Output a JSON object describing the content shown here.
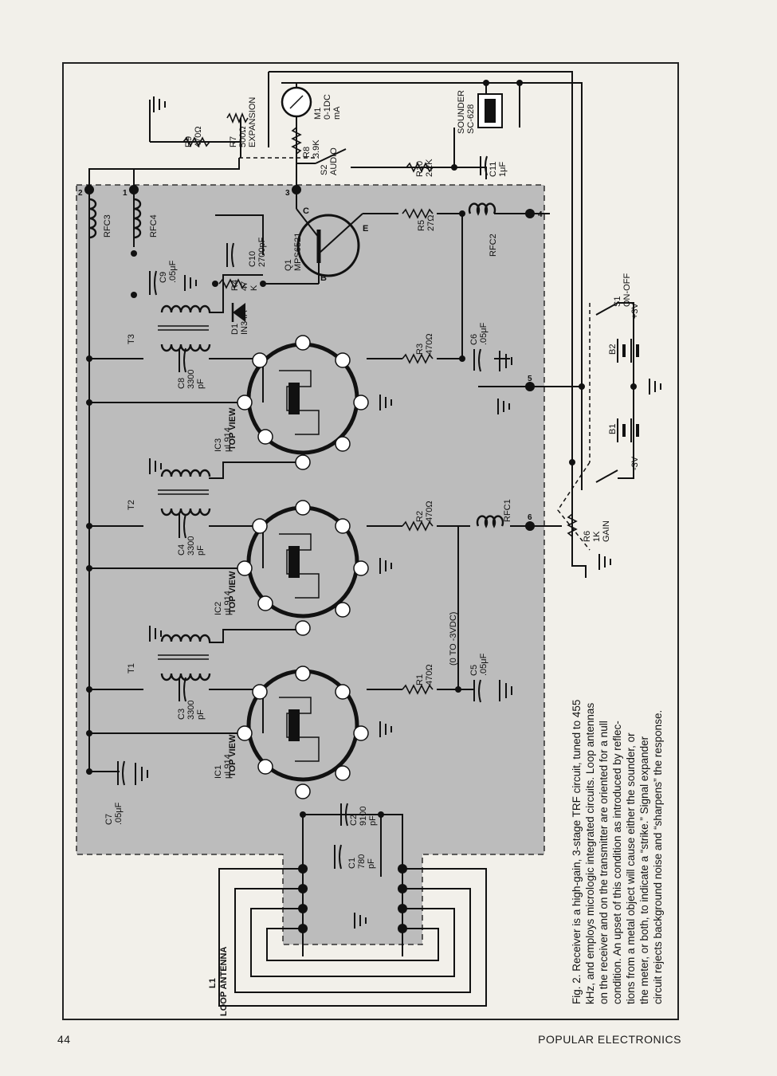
{
  "page": {
    "number": "44",
    "magazine": "POPULAR ELECTRONICS"
  },
  "caption": {
    "lines": [
      "Fig. 2. Receiver is a high-gain, 3-stage TRF circuit, tuned to 455",
      "kHz, and employs micrologic integrated circuits. Loop antennas",
      "on the receiver and on the transmitter are oriented for a null",
      "condition. An upset of this condition as introduced by reflec-",
      "tions from a metal object will cause either the sounder, or",
      "the meter, or both, to indicate a “strike.” Signal expander",
      "circuit rejects background noise and “sharpens” the response."
    ]
  },
  "components": {
    "l1": [
      "L1",
      "LOOP ANTENNA"
    ],
    "c1": [
      "C1",
      "780",
      "pF"
    ],
    "c2": [
      "C2",
      "9100",
      "pF"
    ],
    "c7": [
      "C7",
      ".05μF"
    ],
    "ic1": [
      "IC1",
      "μL914"
    ],
    "ic2": [
      "IC2",
      "μL914"
    ],
    "ic3": [
      "IC3",
      "μL914"
    ],
    "top_view": "TOP VIEW",
    "c3": [
      "C3",
      "3300",
      "pF"
    ],
    "c4": [
      "C4",
      "3300",
      "pF"
    ],
    "c8": [
      "C8",
      "3300",
      "pF"
    ],
    "t1": "T1",
    "t2": "T2",
    "t3": "T3",
    "r1": [
      "R1",
      "470Ω"
    ],
    "r2": [
      "R2",
      "470Ω"
    ],
    "r3": [
      "R3",
      "470Ω"
    ],
    "c5": [
      "C5",
      ".05μF"
    ],
    "c6": [
      "C6",
      ".05μF"
    ],
    "rfc1": "RFC1",
    "bias": "(0 TO -3VDC)",
    "r6": [
      "R6",
      "1K",
      "GAIN"
    ],
    "b1": "B1",
    "b2": "B2",
    "minus3v": "-3V",
    "plus3v": "+3V",
    "s1": [
      "S1",
      "ON-OFF"
    ],
    "d1": [
      "D1",
      "IN34A"
    ],
    "r4": [
      "R4",
      "47",
      "K"
    ],
    "c9": [
      "C9",
      ".05μF"
    ],
    "c10": [
      "C10",
      "2700pF"
    ],
    "rfc3": "RFC3",
    "rfc4": "RFC4",
    "q1": [
      "Q1",
      "MPS6521"
    ],
    "r5": [
      "R5",
      "27Ω"
    ],
    "rfc2": "RFC2",
    "r9": [
      "R9",
      "470Ω"
    ],
    "r7": [
      "R7",
      "500Ω",
      "EXPANSION"
    ],
    "r8": [
      "R8",
      "3.9K"
    ],
    "m1": [
      "M1",
      "0-1DC",
      "mA"
    ],
    "s2": [
      "S2",
      "AUDIO"
    ],
    "r10": [
      "R10",
      "2.2K"
    ],
    "c11": [
      "C11",
      "1μF"
    ],
    "sounder": [
      "SOUNDER",
      "SC-628"
    ]
  },
  "terminals": [
    "1",
    "2",
    "3",
    "4",
    "5",
    "6"
  ],
  "colors": {
    "paper": "#f2f0ea",
    "ink": "#1a1a1a",
    "board_shade": "#bcbcbc"
  }
}
